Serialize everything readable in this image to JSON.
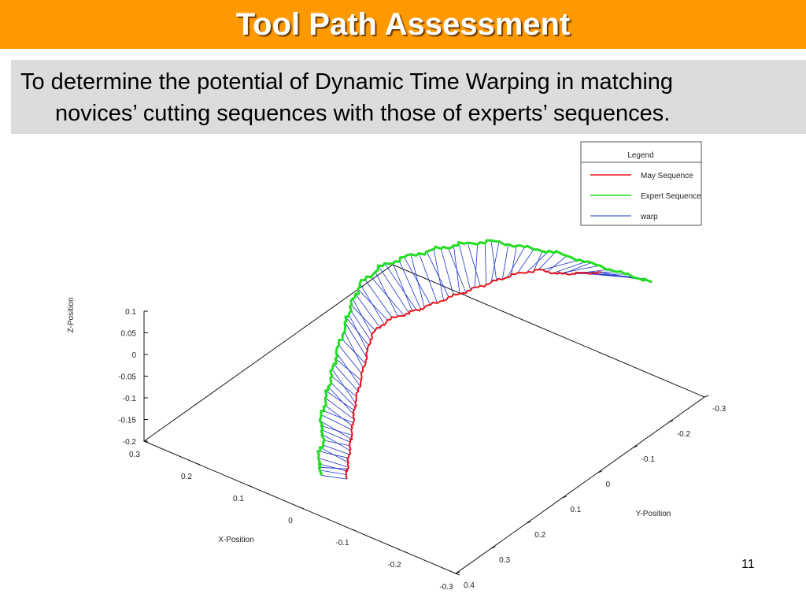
{
  "slide": {
    "title": "Tool Path Assessment",
    "text_line1": "To determine the potential of Dynamic Time Warping in matching",
    "text_line2": "novices’ cutting sequences with those of experts’ sequences.",
    "page_number": "11"
  },
  "colors": {
    "title_bar": "#ff9900",
    "text_box": "#dcdcdc",
    "novice": "#e8121a",
    "expert": "#22dd22",
    "warp": "#1a33cc"
  },
  "chart_data": {
    "type": "line",
    "projection": "3d",
    "legend_title": "Legend",
    "legend_position": "top-right",
    "grid": false,
    "xlabel": "X-Position",
    "ylabel": "Y-Position",
    "zlabel": "Z-Position",
    "x_ticks": [
      "0.3",
      "0.2",
      "0.1",
      "0",
      "-0.1",
      "-0.2",
      "-0.3"
    ],
    "y_ticks": [
      "0.4",
      "0.3",
      "0.2",
      "0.1",
      "0",
      "-0.1",
      "-0.2",
      "-0.3"
    ],
    "z_ticks": [
      "0.1",
      "0.05",
      "0",
      "-0.05",
      "-0.1",
      "-0.15",
      "-0.2"
    ],
    "xlim": [
      -0.3,
      0.3
    ],
    "ylim": [
      -0.3,
      0.4
    ],
    "zlim": [
      -0.2,
      0.1
    ],
    "series": [
      {
        "name": "May Sequence",
        "points": [
          [
            -0.02,
            0.3,
            -0.18
          ],
          [
            -0.01,
            0.28,
            -0.17
          ],
          [
            0.0,
            0.26,
            -0.15
          ],
          [
            0.01,
            0.24,
            -0.13
          ],
          [
            0.02,
            0.22,
            -0.11
          ],
          [
            0.03,
            0.2,
            -0.09
          ],
          [
            0.04,
            0.17,
            -0.06
          ],
          [
            0.05,
            0.14,
            -0.03
          ],
          [
            0.06,
            0.11,
            0.0
          ],
          [
            0.05,
            0.08,
            0.02
          ],
          [
            0.03,
            0.05,
            0.03
          ],
          [
            0.02,
            0.02,
            0.03
          ],
          [
            0.0,
            -0.02,
            0.04
          ],
          [
            -0.02,
            -0.05,
            0.05
          ],
          [
            -0.04,
            -0.08,
            0.06
          ],
          [
            -0.06,
            -0.11,
            0.07
          ],
          [
            -0.09,
            -0.14,
            0.08
          ],
          [
            -0.12,
            -0.15,
            0.08
          ],
          [
            -0.15,
            -0.16,
            0.09
          ],
          [
            -0.17,
            -0.2,
            0.08
          ]
        ]
      },
      {
        "name": "Expert Sequence",
        "points": [
          [
            0.02,
            0.31,
            -0.19
          ],
          [
            0.04,
            0.29,
            -0.17
          ],
          [
            0.05,
            0.26,
            -0.15
          ],
          [
            0.07,
            0.24,
            -0.13
          ],
          [
            0.08,
            0.21,
            -0.1
          ],
          [
            0.09,
            0.18,
            -0.07
          ],
          [
            0.1,
            0.15,
            -0.04
          ],
          [
            0.11,
            0.11,
            0.0
          ],
          [
            0.12,
            0.08,
            0.02
          ],
          [
            0.13,
            0.04,
            0.04
          ],
          [
            0.12,
            0.0,
            0.06
          ],
          [
            0.1,
            -0.04,
            0.07
          ],
          [
            0.07,
            -0.08,
            0.08
          ],
          [
            0.04,
            -0.11,
            0.09
          ],
          [
            0.0,
            -0.14,
            0.1
          ],
          [
            -0.05,
            -0.16,
            0.1
          ],
          [
            -0.1,
            -0.18,
            0.1
          ],
          [
            -0.16,
            -0.19,
            0.1
          ],
          [
            -0.21,
            -0.21,
            0.09
          ],
          [
            -0.24,
            -0.24,
            0.07
          ]
        ]
      },
      {
        "name": "warp"
      }
    ]
  }
}
